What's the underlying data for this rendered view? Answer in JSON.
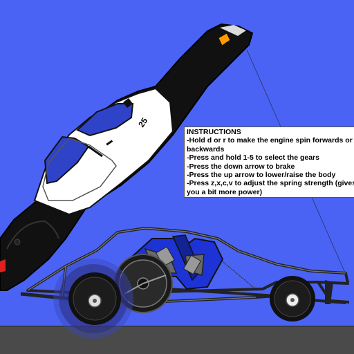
{
  "game": {
    "car_number": "25",
    "colors": {
      "sky": "#4a63f4",
      "ground": "#4a4a4a",
      "body_black": "#111111",
      "body_white": "#ffffff",
      "window_blue": "#2f43c9",
      "engine_blue": "#1d33d6",
      "indicator_orange": "#ff9a00",
      "tail_red": "#e02020"
    }
  },
  "instructions": {
    "title": "INSTRUCTIONS",
    "lines": [
      "-Hold d or r to make the engine spin forwards or backwards",
      "-Press and hold 1-5 to select the gears",
      "-Press the down arrow to brake",
      "-Press the up arrow to lower/raise the body",
      "-Press z,x,c,v to adjust the spring strength (gives you a bit more power)"
    ]
  }
}
